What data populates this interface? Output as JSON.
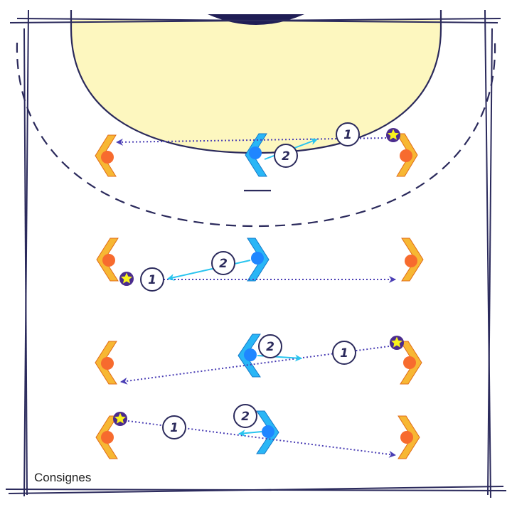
{
  "caption": "Consignes",
  "colors": {
    "court_line": "#2b2a5c",
    "goal_area": "#fdf7bf",
    "goal": "#1f1d55",
    "blue_player": "#1f86ff",
    "blue_cone": "#29b6f6",
    "orange_player": "#f76b2e",
    "orange_cone": "#f7b733",
    "star": "#f9f21b",
    "star_badge": "#4b2c8e",
    "pass_arrow": "#4b3fb5",
    "run_arrow": "#29c4ef"
  },
  "icons": {
    "player_a": "orange-player-chevron-icon",
    "player_b": "blue-player-chevron-icon",
    "ball": "star-badge-icon",
    "pass": "dotted-arrow-icon",
    "move": "solid-arrow-icon"
  },
  "steps": {
    "first": "1",
    "second": "2"
  }
}
